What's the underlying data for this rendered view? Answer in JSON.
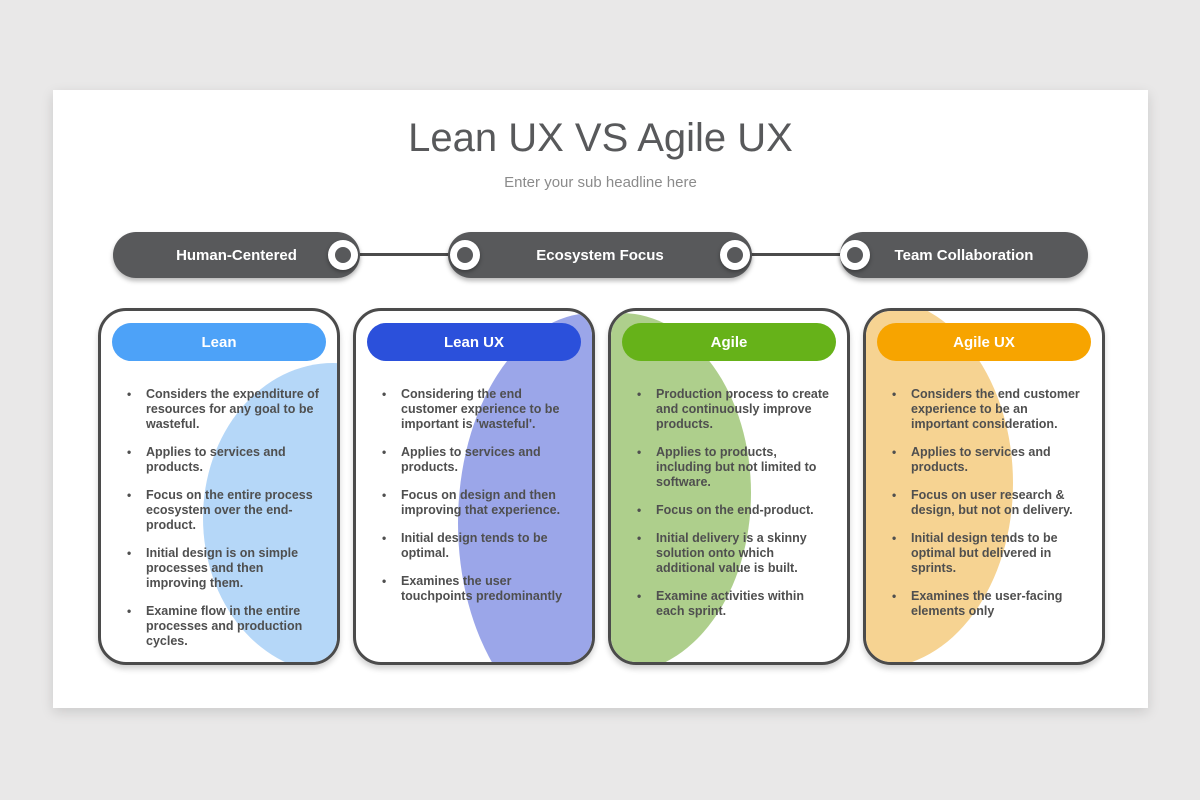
{
  "slide": {
    "title": "Lean UX VS Agile UX",
    "subtitle": "Enter your sub headline here"
  },
  "timeline": {
    "pill_color": "#58595b",
    "node_ring_color": "#ffffff",
    "node_core_color": "#58595b",
    "line_color": "#4b4b4b",
    "pills": [
      {
        "label": "Human-Centered"
      },
      {
        "label": "Ecosystem Focus"
      },
      {
        "label": "Team Collaboration"
      }
    ]
  },
  "cards": [
    {
      "title": "Lean",
      "header_color": "#4da2f8",
      "ellipse_color": "#b5d7f8",
      "bullets": [
        "Considers the expenditure of resources for any goal to be wasteful.",
        "Applies to services and products.",
        "Focus on the entire process ecosystem over the end-product.",
        "Initial design is on simple processes and then improving them.",
        "Examine flow in the entire processes and production cycles."
      ]
    },
    {
      "title": "Lean UX",
      "header_color": "#2b50db",
      "ellipse_color": "#9ba6e9",
      "bullets": [
        "Considering the end customer experience to be important is 'wasteful'.",
        "Applies to services and products.",
        "Focus on design and then improving that experience.",
        "Initial design tends to be optimal.",
        "Examines the user touchpoints predominantly"
      ]
    },
    {
      "title": "Agile",
      "header_color": "#66b219",
      "ellipse_color": "#aecf8c",
      "bullets": [
        "Production process to create and continuously improve products.",
        "Applies to products, including but not limited to software.",
        "Focus on the end-product.",
        "Initial delivery is a skinny solution onto which additional value is built.",
        "Examine activities within each sprint."
      ]
    },
    {
      "title": "Agile UX",
      "header_color": "#f7a400",
      "ellipse_color": "#f6d392",
      "bullets": [
        "Considers the end customer experience to be an important consideration.",
        "Applies to services and products.",
        "Focus on user research & design, but not on delivery.",
        "Initial design tends to be optimal but delivered in sprints.",
        "Examines the user-facing elements only"
      ]
    }
  ]
}
